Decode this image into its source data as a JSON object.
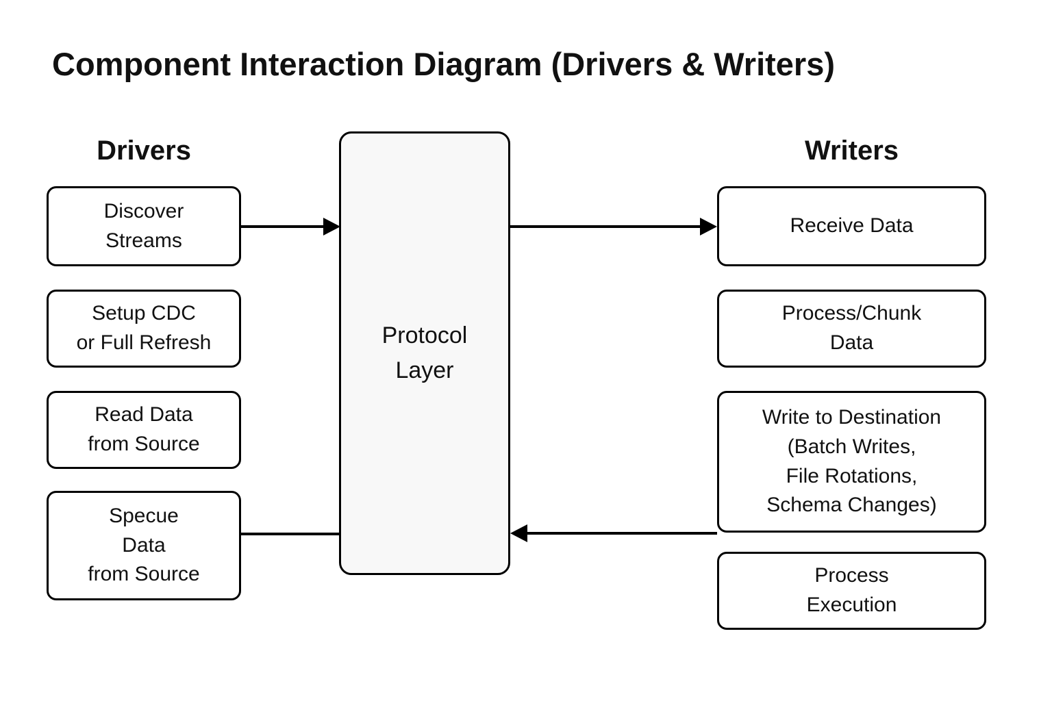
{
  "title": "Component Interaction Diagram (Drivers & Writers)",
  "colors": {
    "background": "#ffffff",
    "ink": "#000000",
    "protocol_fill": "#f8f8f8"
  },
  "drivers": {
    "header": "Drivers",
    "nodes": [
      {
        "id": "discover-streams",
        "label": "Discover\nStreams"
      },
      {
        "id": "setup-cdc",
        "label": "Setup CDC\nor Full Refresh"
      },
      {
        "id": "read-data",
        "label": "Read Data\nfrom Source"
      },
      {
        "id": "specue-data",
        "label": "Specue\nData\nfrom Source"
      }
    ]
  },
  "protocol": {
    "label": "Protocol\nLayer"
  },
  "writers": {
    "header": "Writers",
    "nodes": [
      {
        "id": "receive-data",
        "label": "Receive Data"
      },
      {
        "id": "process-chunk",
        "label": "Process/Chunk\nData"
      },
      {
        "id": "write-destination",
        "label": "Write to Destination\n(Batch Writes,\nFile Rotations,\nSchema Changes)"
      },
      {
        "id": "process-execution",
        "label": "Process\nExecution"
      }
    ]
  },
  "edges": [
    {
      "from": "discover-streams",
      "to": "protocol-layer",
      "arrowhead": "to"
    },
    {
      "from": "protocol-layer",
      "to": "receive-data",
      "arrowhead": "to"
    },
    {
      "from": "write-destination",
      "to": "protocol-layer",
      "arrowhead": "to"
    },
    {
      "from": "specue-data",
      "to": "protocol-layer",
      "arrowhead": "none"
    }
  ]
}
